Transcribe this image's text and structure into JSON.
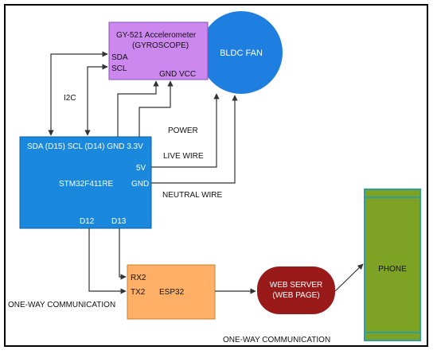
{
  "colors": {
    "accelerometer": "#cc88ee",
    "fan": "#1f7fe0",
    "stm32": "#1a88dd",
    "esp32": "#ffb066",
    "web_server": "#9a1a1a",
    "phone": "#7ea224",
    "phone_border": "#2f9e9e"
  },
  "accelerometer": {
    "title": "GY-521 Accelerometer",
    "subtitle": "(GYROSCOPE)",
    "pin_sda": "SDA",
    "pin_scl": "SCL",
    "pins_power": "GND VCC"
  },
  "fan": {
    "label": "BLDC FAN"
  },
  "stm32": {
    "pins_top": "SDA (D15) SCL (D14) GND  3.3V",
    "pin_5v": "5V",
    "pin_gnd": "GND",
    "name": "STM32F411RE",
    "pin_d12": "D12",
    "pin_d13": "D13"
  },
  "esp32": {
    "pin_rx2": "RX2",
    "pin_tx2": "TX2",
    "name": "ESP32"
  },
  "web_server": {
    "line1": "WEB SERVER",
    "line2": "(WEB PAGE)"
  },
  "phone": {
    "label": "PHONE"
  },
  "labels": {
    "i2c": "I2C",
    "power": "POWER",
    "live_wire": "LIVE WIRE",
    "neutral_wire": "NEUTRAL WIRE",
    "one_way_left": "ONE-WAY COMMUNICATION",
    "one_way_bottom": "ONE-WAY COMMUNICATION"
  }
}
